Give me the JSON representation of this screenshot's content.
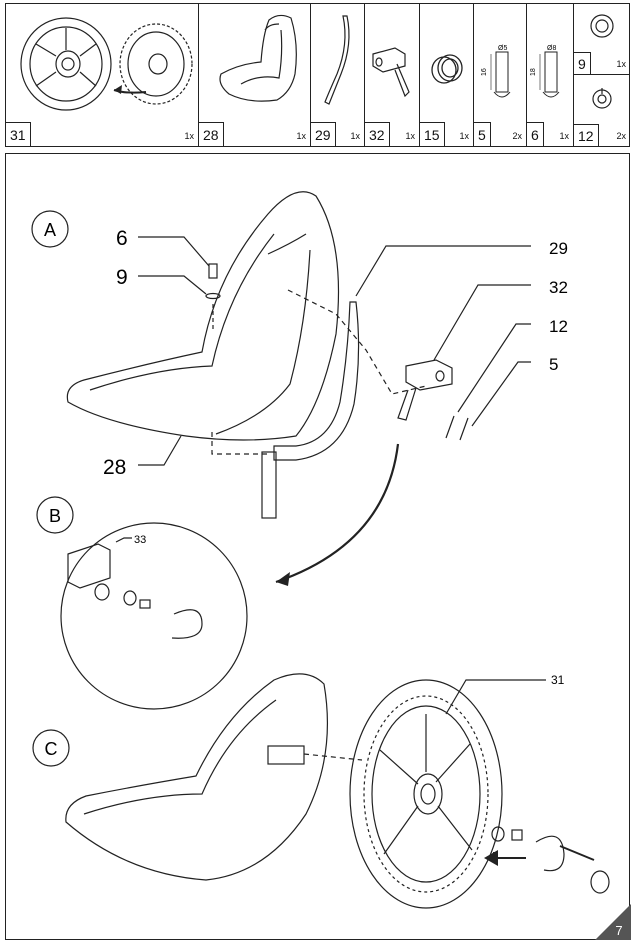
{
  "parts": [
    {
      "num": "31",
      "qty": "1x"
    },
    {
      "num": "28",
      "qty": "1x"
    },
    {
      "num": "29",
      "qty": "1x"
    },
    {
      "num": "32",
      "qty": "1x"
    },
    {
      "num": "15",
      "qty": "1x"
    },
    {
      "num": "5",
      "qty": "2x"
    },
    {
      "num": "6",
      "qty": "1x"
    },
    {
      "num": "9",
      "qty": "1x"
    },
    {
      "num": "12",
      "qty": "2x"
    }
  ],
  "dimensions": {
    "d5": "Ø5",
    "d8": "Ø8",
    "l5": "16",
    "l6": "18"
  },
  "steps": {
    "a": "A",
    "b": "B",
    "c": "C"
  },
  "callouts": {
    "c6": "6",
    "c9": "9",
    "c28": "28",
    "c29": "29",
    "c32": "32",
    "c12": "12",
    "c5": "5",
    "c33": "33",
    "c31": "31"
  },
  "page_number": "7",
  "colors": {
    "line": "#222222",
    "page_badge": "#555555"
  }
}
